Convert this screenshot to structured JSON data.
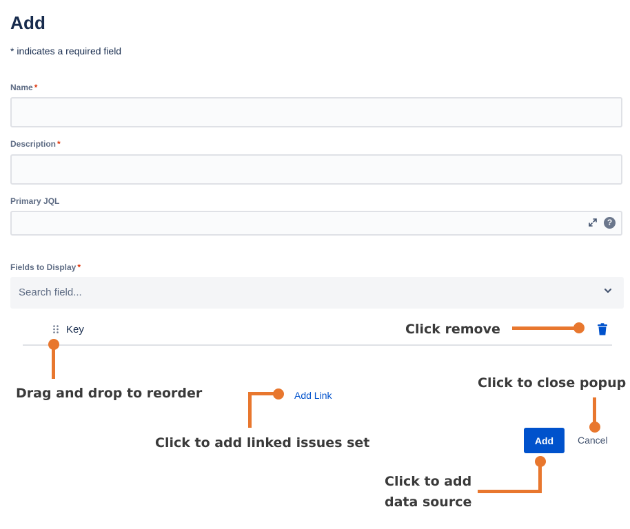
{
  "form": {
    "title": "Add",
    "required_note": "* indicates a required field",
    "required_marker": "*",
    "name": {
      "label": "Name",
      "value": "",
      "placeholder": ""
    },
    "description": {
      "label": "Description",
      "value": "",
      "placeholder": ""
    },
    "primary_jql": {
      "label": "Primary JQL",
      "value": "",
      "placeholder": ""
    },
    "fields_to_display": {
      "label": "Fields to Display",
      "placeholder": "Search field...",
      "items": [
        {
          "label": "Key"
        }
      ]
    },
    "add_link_label": "Add Link",
    "add_button_label": "Add",
    "cancel_label": "Cancel"
  },
  "annotations": {
    "click_remove": "Click remove",
    "drag_reorder": "Drag and drop to reorder",
    "close_popup": "Click to close popup",
    "add_linked": "Click to add linked issues set",
    "add_source_line1": "Click to add",
    "add_source_line2": "data source"
  },
  "icons": {
    "drag": "drag-handle-icon",
    "trash": "trash-icon",
    "chevron": "chevron-down-icon",
    "expand": "expand-icon",
    "help": "help-icon"
  },
  "colors": {
    "primary": "#0052cc",
    "required": "#de350b",
    "annotation": "#e8772e",
    "text": "#172b4d"
  }
}
